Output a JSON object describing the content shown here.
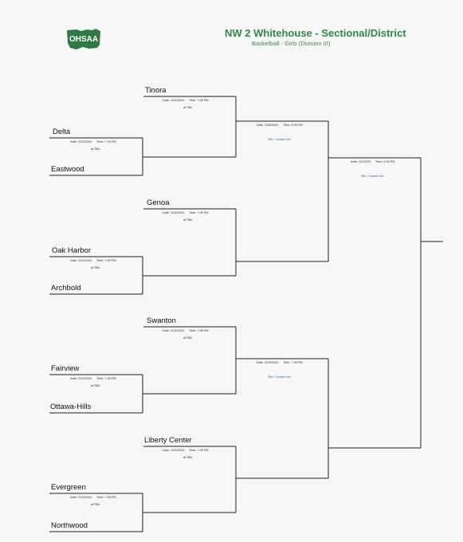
{
  "header": {
    "logo_text": "OHSAA",
    "title": "NW 2 Whitehouse - Sectional/District",
    "subtitle": "Basketball - Girls (Division III)"
  },
  "teams": {
    "tinora": "Tinora",
    "delta": "Delta",
    "eastwood": "Eastwood",
    "genoa": "Genoa",
    "oak_harbor": "Oak Harbor",
    "archbold": "Archbold",
    "swanton": "Swanton",
    "fairview": "Fairview",
    "ottawa_hills": "Ottawa-Hills",
    "liberty_center": "Liberty Center",
    "evergreen": "Evergreen",
    "northwood": "Northwood"
  },
  "games": {
    "g1": {
      "date": "Date: 2/22/2024",
      "time": "Time: 7:00 PM",
      "venue": "at TBA"
    },
    "g2": {
      "date": "Date: 2/22/2024",
      "time": "Time: 7:00 PM",
      "venue": "at TBA"
    },
    "g3": {
      "date": "Date: 2/22/2024",
      "time": "Time: 7:00 PM",
      "venue": "at TBA"
    },
    "g4": {
      "date": "Date: 2/22/2024",
      "time": "Time: 7:00 PM",
      "venue": "at TBA"
    },
    "g5": {
      "date": "Date: 2/24/2024",
      "time": "Time: 7:00 PM",
      "venue": "at TBA"
    },
    "g6": {
      "date": "Date: 2/24/2024",
      "time": "Time: 7:00 PM",
      "venue": "at TBA"
    },
    "g7": {
      "date": "Date: 2/24/2024",
      "time": "Time: 7:00 PM",
      "venue": "at TBA"
    },
    "g8": {
      "date": "Date: 2/24/2024",
      "time": "Time: 7:00 PM",
      "venue": "at TBA"
    },
    "g9": {
      "date": "Date: 2/28/2024",
      "time": "Time: 6:00 PM",
      "link": "Site / Contact Info"
    },
    "g10": {
      "date": "Date: 2/29/2024",
      "time": "Time: 7:30 PM",
      "link": "Site / Contact Info"
    },
    "g11": {
      "date": "Date: 3/2/2024",
      "time": "Time: 6:30 PM",
      "link": "Site / Contact Info"
    }
  }
}
